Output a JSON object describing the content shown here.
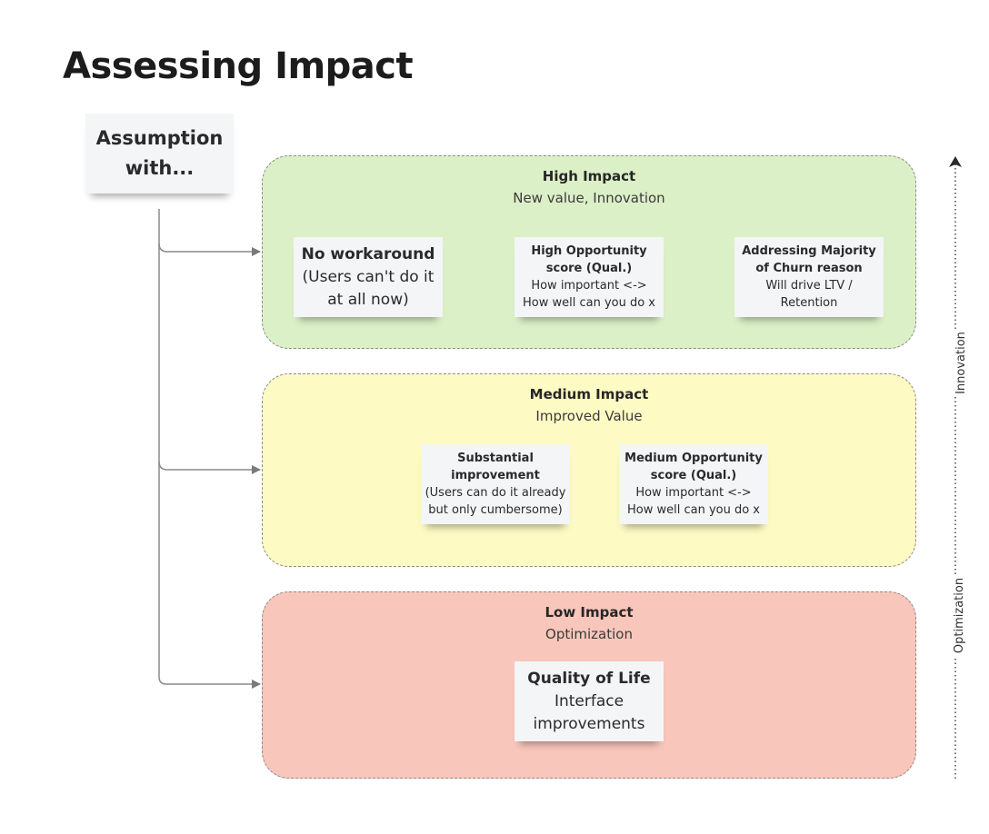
{
  "title": "Assessing Impact",
  "assumption": {
    "line1": "Assumption",
    "line2": "with..."
  },
  "zones": [
    {
      "title": "High Impact",
      "subtitle": "New value, Innovation",
      "color": "#dcf0c8",
      "cards": [
        {
          "title": "No workaround",
          "body1": "(Users can't do it",
          "body2": "at all now)"
        },
        {
          "title1": "High Opportunity",
          "title2": "score (Qual.)",
          "body1": "How important <->",
          "body2": "How well can you do x"
        },
        {
          "title1": "Addressing Majority",
          "title2": "of Churn reason",
          "body1": "Will drive LTV /",
          "body2": "Retention"
        }
      ]
    },
    {
      "title": "Medium Impact",
      "subtitle": "Improved Value",
      "color": "#fdfac3",
      "cards": [
        {
          "title1": "Substantial",
          "title2": "improvement",
          "body1": "(Users can do it already",
          "body2": "but only cumbersome)"
        },
        {
          "title1": "Medium Opportunity",
          "title2": "score (Qual.)",
          "body1": "How important <->",
          "body2": "How well can you do x"
        }
      ]
    },
    {
      "title": "Low Impact",
      "subtitle": "Optimization",
      "color": "#f8c6bb",
      "cards": [
        {
          "title": "Quality of Life",
          "body1": "Interface",
          "body2": "improvements"
        }
      ]
    }
  ],
  "axis": {
    "top_label": "Innovation",
    "bottom_label": "Optimization"
  }
}
